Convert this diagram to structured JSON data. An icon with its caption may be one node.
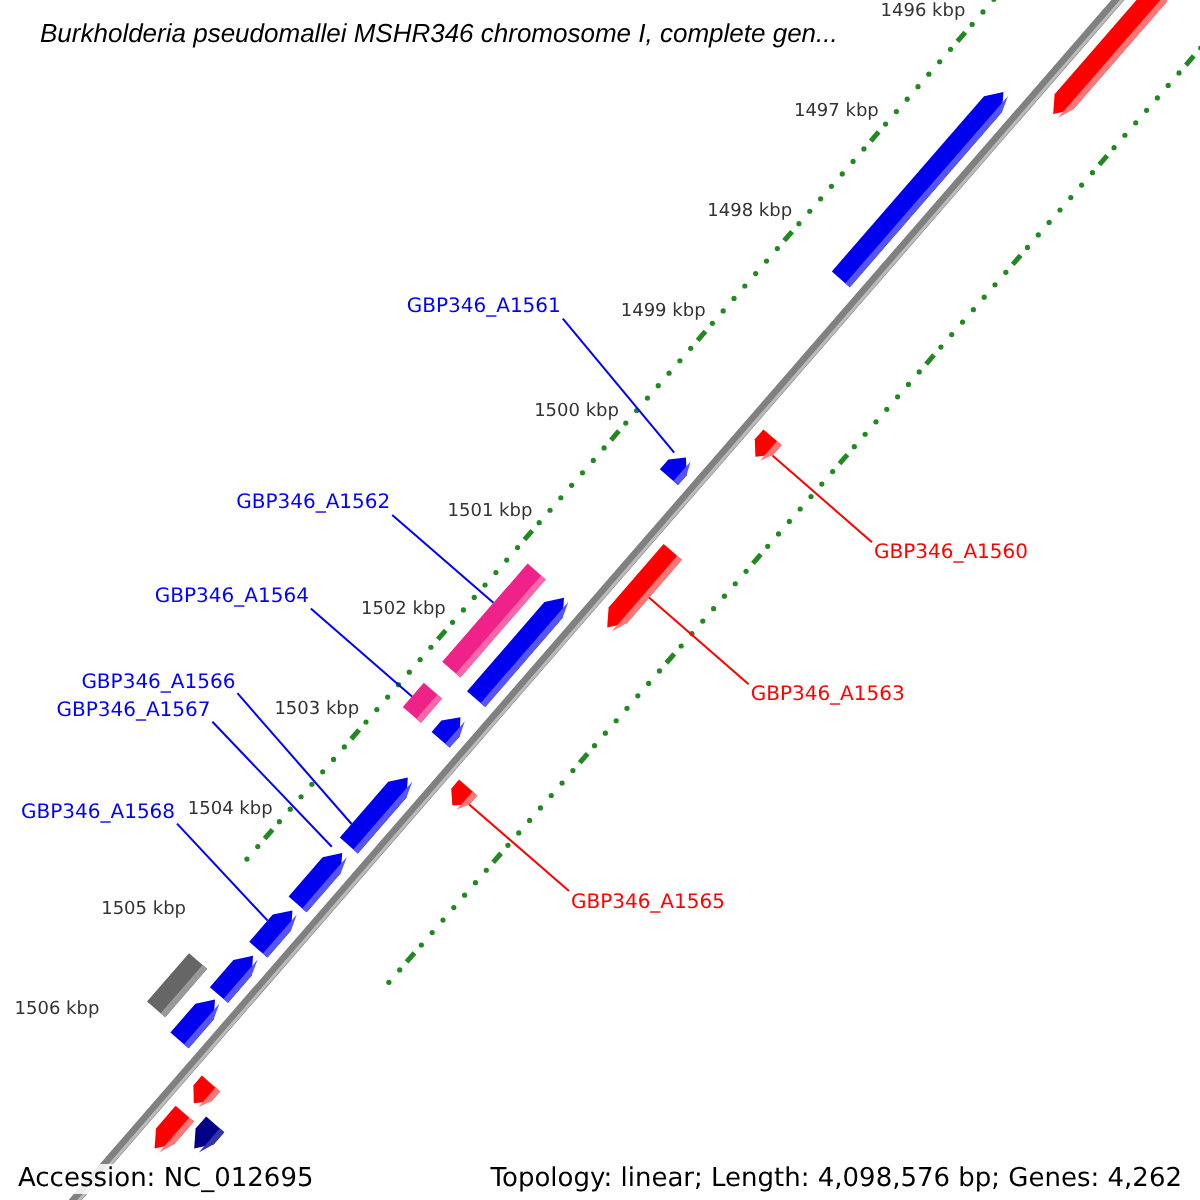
{
  "diagram": {
    "title": "Burkholderia pseudomallei MSHR346 chromosome I, complete gen...",
    "nodes": [
      {
        "text": [
          "GBP346_A1561"
        ]
      },
      {
        "text": [
          "GBP346_A1562"
        ]
      },
      {
        "text": [
          "GBP346_A1560"
        ]
      },
      {
        "text": [
          "GBP346_A1564"
        ]
      },
      {
        "text": [
          "GBP346_A1566"
        ]
      },
      {
        "text": [
          "GBP346_A1563"
        ]
      },
      {
        "text": [
          "GBP346_A1567"
        ]
      },
      {
        "text": [
          "GBP346_A1568"
        ]
      },
      {
        "text": [
          "GBP346_A1565"
        ]
      },
      {
        "text": [],
        "shape": "arrow"
      },
      {
        "text": [],
        "shape": "arrow"
      },
      {
        "text": [],
        "shape": "arrow"
      },
      {
        "text": [],
        "shape": "arrow"
      },
      {
        "text": [],
        "shape": "arrow"
      },
      {
        "text": [],
        "shape": "bar"
      },
      {
        "text": [],
        "shape": "arrow"
      },
      {
        "text": [],
        "shape": "bar"
      },
      {
        "text": [],
        "shape": "arrow"
      },
      {
        "text": [],
        "shape": "arrow"
      },
      {
        "text": [],
        "shape": "arrow"
      },
      {
        "text": [],
        "shape": "arrow"
      },
      {
        "text": [],
        "shape": "arrow"
      },
      {
        "text": [],
        "shape": "arrow"
      },
      {
        "text": [],
        "shape": "bar"
      },
      {
        "text": [],
        "shape": "arrow"
      },
      {
        "text": [],
        "shape": "arrow"
      },
      {
        "text": [],
        "shape": "arrow"
      },
      {
        "text": [],
        "shape": "arrow"
      }
    ],
    "edges": [
      {
        "from": 0,
        "to": 12,
        "arrow": "none"
      },
      {
        "from": 1,
        "to": 14,
        "arrow": "none"
      },
      {
        "from": 2,
        "to": 11,
        "arrow": "none",
        "color": "#ff0000"
      },
      {
        "from": 3,
        "to": 16,
        "arrow": "none"
      },
      {
        "from": 4,
        "to": 19,
        "arrow": "none"
      },
      {
        "from": 5,
        "to": 13,
        "arrow": "none",
        "color": "#ff0000"
      },
      {
        "from": 6,
        "to": 20,
        "arrow": "none"
      },
      {
        "from": 7,
        "to": 21,
        "arrow": "none"
      },
      {
        "from": 8,
        "to": 18,
        "arrow": "none",
        "color": "#ff0000"
      }
    ],
    "labels": [
      "1496 kbp",
      "1497 kbp",
      "1498 kbp",
      "1499 kbp",
      "1500 kbp",
      "1501 kbp",
      "1502 kbp",
      "1503 kbp",
      "1504 kbp",
      "1505 kbp",
      "1506 kbp",
      "Accession: NC_012695",
      "Topology: linear; Length: 4,098,576 bp; Genes: 4,262"
    ]
  }
}
